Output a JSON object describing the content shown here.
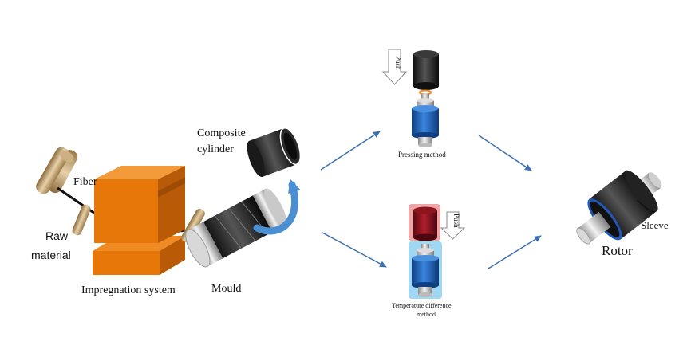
{
  "labels": {
    "fiber": "Fiber",
    "raw_material_line1": "Raw",
    "raw_material_line2": "material",
    "impregnation_system": "Impregnation system",
    "mould": "Mould",
    "composite_cylinder_line1": "Composite",
    "composite_cylinder_line2": "cylinder",
    "push_top": "Push",
    "push_bottom": "Push",
    "pressing_method": "Pressing method",
    "temperature_difference_line1": "Temperature difference",
    "temperature_difference_line2": "method",
    "rotor": "Rotor",
    "sleeve": "Sleeve"
  },
  "colors": {
    "orange": "#e8770a",
    "orange_dark": "#b85a06",
    "blue": "#1f67c3",
    "blue_dark": "#174f99",
    "arrow_blue": "#3a6fb0",
    "red_tint": "#e98888",
    "blue_tint": "#8fd0f0"
  },
  "icons": {
    "flow_arrows": "arrow-icon",
    "push_arrow": "down-arrow-icon",
    "curved_arrow": "curved-arrow-icon"
  }
}
